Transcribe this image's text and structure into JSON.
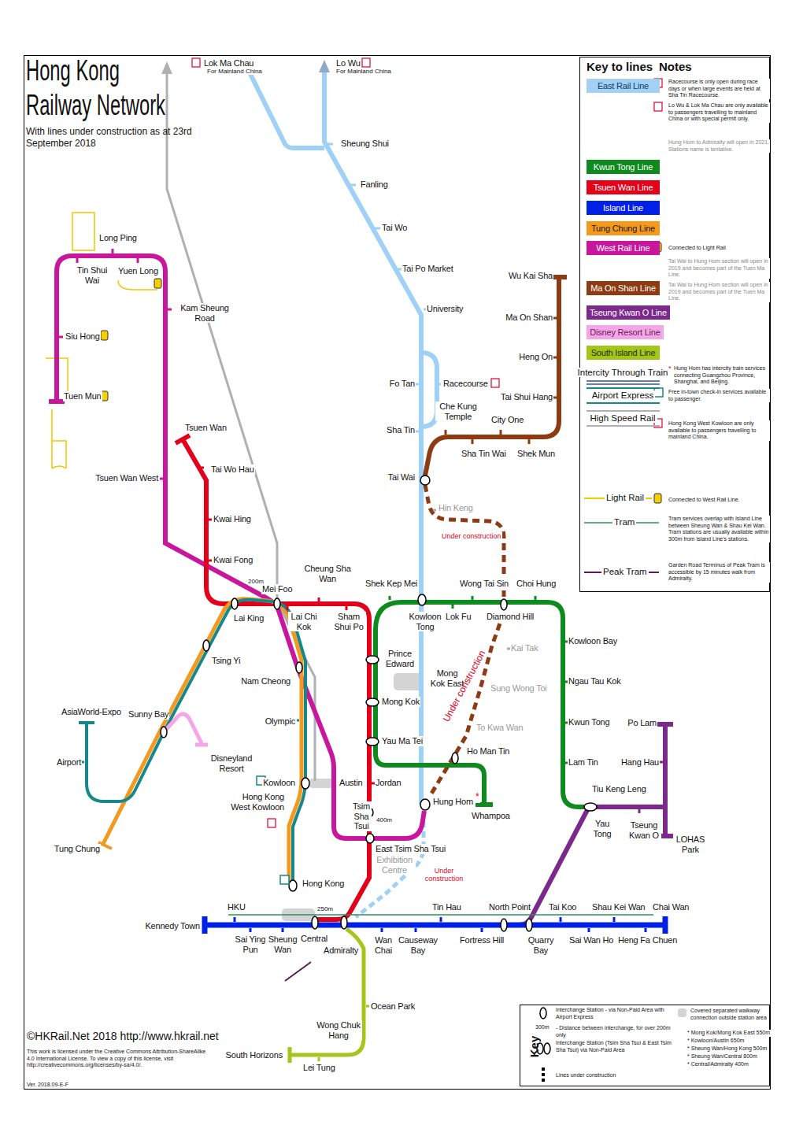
{
  "diagram": {
    "title": "Hong Kong Railway Network",
    "caption": "With lines under construction as at 23rd September 2018",
    "nodes": [
      {
        "text": [
          "Key to lines",
          "Notes"
        ]
      },
      {
        "text": [
          "Key"
        ]
      }
    ],
    "labels": [
      "Lok Ma Chau",
      "For Mainland China",
      "Lo Wu",
      "For Mainland China",
      "Sheung Shui",
      "Fanling",
      "Tai Wo",
      "Tai Po Market",
      "University",
      "Fo Tan",
      "Racecourse",
      "Che Kung Temple",
      "City One",
      "Sha Tin",
      "Sha Tin Wai",
      "Shek Mun",
      "Tai Wai",
      "Wu Kai Sha",
      "Ma On Shan",
      "Heng On",
      "Tai Shui Hang",
      "Hin Keng",
      "Under construction",
      "Long Ping",
      "Tin Shui Wai",
      "Yuen Long",
      "Kam Sheung Road",
      "Siu Hong",
      "Tuen Mun",
      "Tsuen Wan",
      "Tai Wo Hau",
      "Tsuen Wan West",
      "Kwai Hing",
      "Kwai Fong",
      "200m",
      "Mei Foo",
      "Cheung Sha Wan",
      "Lai King",
      "Lai Chi Kok",
      "Sham Shui Po",
      "Tsing Yi",
      "Nam Cheong",
      "Prince Edward",
      "Mong Kok East",
      "Mong Kok",
      "Olympic",
      "Yau Ma Tei",
      "AsiaWorld-Expo",
      "Sunny Bay",
      "Airport",
      "Disneyland Resort",
      "Kowloon",
      "Austin",
      "Jordan",
      "Hong Kong West Kowloon",
      "Tsim Sha Tsui",
      "400m",
      "East Tsim Sha Tsui",
      "Exhibition Centre",
      "Under construction",
      "Tung Chung",
      "Hong Kong",
      "Shek Kep Mei",
      "Wong Tai Sin",
      "Choi Hung",
      "Kowloon Tong",
      "Lok Fu",
      "Diamond Hill",
      "Kai Tak",
      "Kowloon Bay",
      "Ngau Tau Kok",
      "Sung Wong Toi",
      "Kwun Tong",
      "To Kwa Wan",
      "Ho Man Tin",
      "Under construction",
      "Lam Tin",
      "Hung Hom",
      "*",
      "Whampoa",
      "Tiu Keng Leng",
      "Yau Tong",
      "Tseung Kwan O",
      "LOHAS Park",
      "Po Lam",
      "Hang Hau",
      "HKU",
      "Kennedy Town",
      "250m",
      "Sai Ying Pun",
      "Sheung Wan",
      "Central",
      "Admiralty",
      "Wan Chai",
      "Causeway Bay",
      "Tin Hau",
      "Fortress Hill",
      "North Point",
      "Quarry Bay",
      "Tai Koo",
      "Sai Wan Ho",
      "Shau Kei Wan",
      "Heng Fa Chuen",
      "Chai Wan",
      "Ocean Park",
      "Wong Chuk Hang",
      "South Horizons",
      "Lei Tung",
      "©HKRail.Net 2018 http://www.hkrail.net",
      "This work is licensed under the Creative Commons Attribution-ShareAlike 4.0 International License. To view a copy of this license, visit http://creativecommons.org/licenses/by-sa/4.0/.",
      "Ver. 2018.09-E-F",
      "Racecourse is only open during race days or when large events are held at Sha Tin Racecourse.",
      "Lo Wu & Lok Ma Chau are only available to passengers travelling to mainland China or with special permit only.",
      "Hung Hom to Admiralty will open in 2021. Stations name is tentative.",
      "Connected to Light Rail",
      "Tai Wai to Hung Hom section will open in 2019 and becomes part of the Tuen Ma Line.",
      "Tai Wai to Hung Hom section will open in 2019 and becomes part of the Tuen Ma Line.",
      "*",
      "Hung Hom has intercity train services connecting Guangzhou Province, Shanghai, and Beijing.",
      "Free in-town check-in services available to passenger.",
      "Hong Kong West Kowloon are only available to passengers travelling to mainland China.",
      "Connected to West Rail Line.",
      "Tram services overlap with Island Line between Sheung Wan & Shau Kei Wan. Tram stations are usually available within 300m from Island Line's stations.",
      "Garden Road Terminus of Peak Tram is accessible by 15 minutes walk from Admiralty.",
      "Interchange Station - via Non-Paid Area with Airport Express",
      "300m",
      "- Distance between interchange, for over 200m only",
      "Interchange Station (Tsim Sha Tsui & East Tsim Sha Tsui) via Non-Paid Area",
      "Lines under construction",
      "Covered separated walkway connection outside station area",
      "* Mong Kok/Mong Kok East 550m",
      "* Kowloon/Austin 650m",
      "* Sheung Wan/Hong Kong 500m",
      "* Sheung Wan/Central 800m",
      "* Central/Admiralty 400m"
    ],
    "legend": [
      {
        "text": "East Rail Line",
        "color": "#a3d0f3"
      },
      {
        "text": "Kwun Tong Line",
        "color": "#0f8a1e"
      },
      {
        "text": "Tsuen Wan Line",
        "color": "#e3001b"
      },
      {
        "text": "Island Line",
        "color": "#0020e6"
      },
      {
        "text": "Tung Chung Line",
        "color": "#f39a1e"
      },
      {
        "text": "West Rail Line",
        "color": "#c8179c"
      },
      {
        "text": "Ma On Shan Line",
        "color": "#8c3b12"
      },
      {
        "text": "Tseung Kwan O Line",
        "color": "#7b2a8c"
      },
      {
        "text": "Disney Resort Line",
        "color": "#f5a6e6"
      },
      {
        "text": "South Island Line",
        "color": "#a4c61a"
      },
      {
        "text": "Intercity Through Train"
      },
      {
        "text": "Airport Express"
      },
      {
        "text": "High Speed Rail"
      },
      {
        "text": "Light Rail"
      },
      {
        "text": "Tram"
      },
      {
        "text": "Peak Tram"
      }
    ]
  }
}
